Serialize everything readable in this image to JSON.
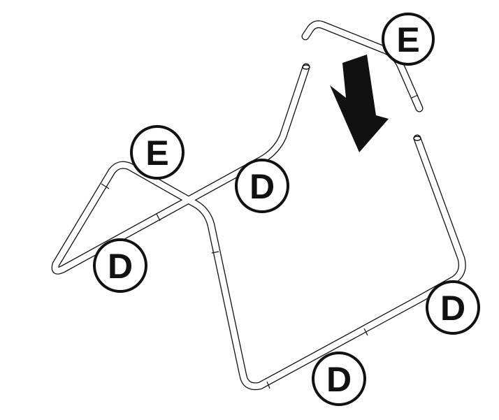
{
  "labels": {
    "e_upper": "E",
    "e_left": "E",
    "d_center": "D",
    "d_left": "D",
    "d_right": "D",
    "d_bottom": "D"
  },
  "colors": {
    "line": "#111111",
    "background": "#ffffff"
  }
}
